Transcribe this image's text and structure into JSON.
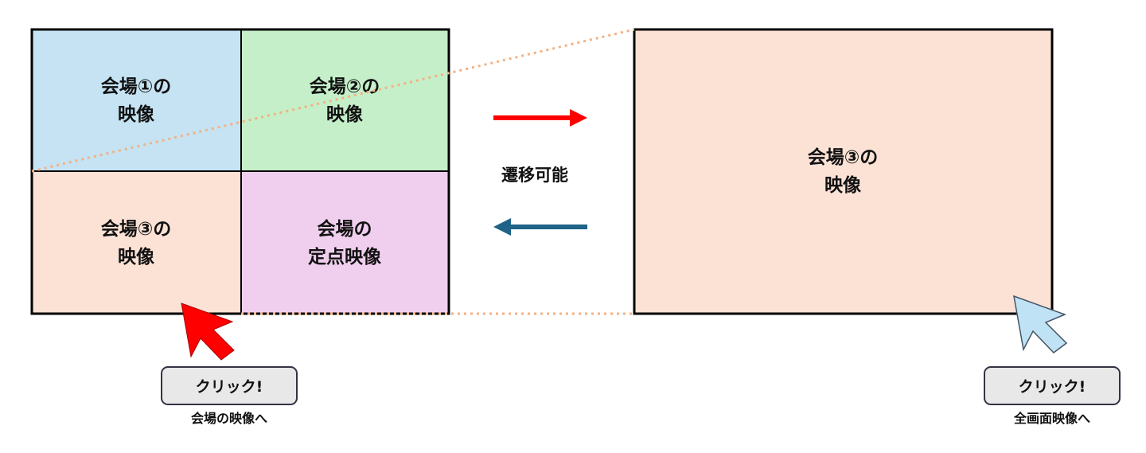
{
  "grid": {
    "cells": [
      {
        "lines": [
          "会場①の",
          "映像"
        ],
        "color": "#c5e3f3"
      },
      {
        "lines": [
          "会場②の",
          "映像"
        ],
        "color": "#c5efc9"
      },
      {
        "lines": [
          "会場③の",
          "映像"
        ],
        "color": "#fbe2d5"
      },
      {
        "lines": [
          "会場の",
          "定点映像"
        ],
        "color": "#f0cfee"
      }
    ]
  },
  "fullscreen": {
    "lines": [
      "会場③の",
      "映像"
    ],
    "color": "#fbe2d5"
  },
  "transition_label": "遷移可能",
  "arrows": {
    "forward_color": "#ff0000",
    "back_color": "#1f6387"
  },
  "left_action": {
    "button": "クリック!",
    "caption": "会場の映像へ",
    "cursor_color": "#ff0000"
  },
  "right_action": {
    "button": "クリック!",
    "caption": "全画面映像へ",
    "cursor_color": "#bfe2f4"
  },
  "zoom_line_color": "#f4b183"
}
